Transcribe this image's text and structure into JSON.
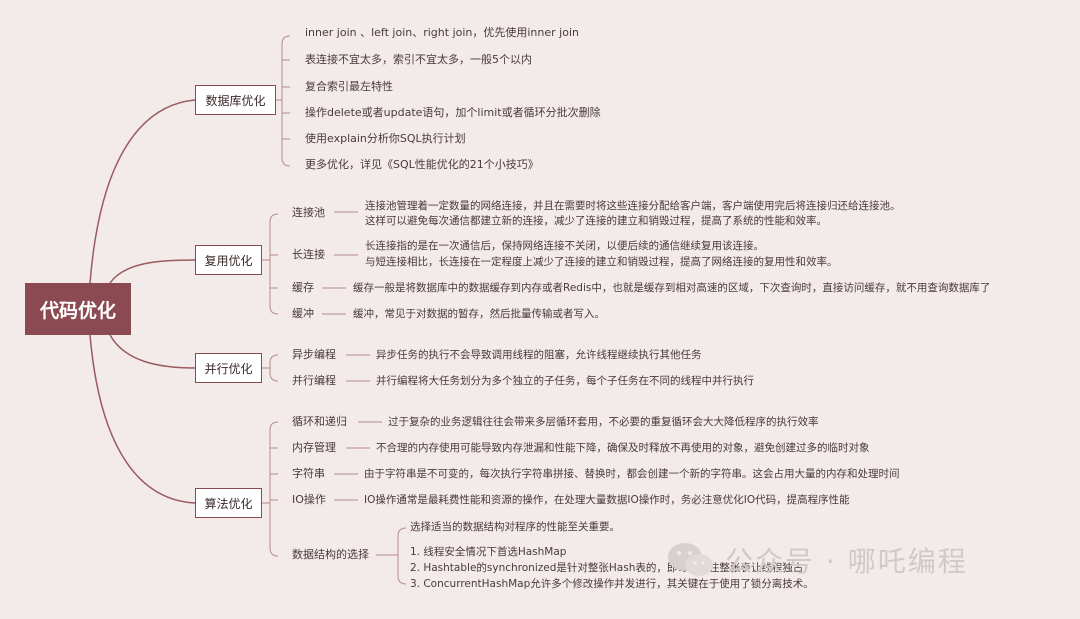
{
  "root": "代码优化",
  "branches": {
    "db": {
      "label": "数据库优化",
      "items": [
        "inner join 、left join、right join，优先使用inner join",
        "表连接不宜太多，索引不宜太多，一般5个以内",
        "复合索引最左特性",
        "操作delete或者update语句，加个limit或者循环分批次删除",
        "使用explain分析你SQL执行计划",
        "更多优化，详见《SQL性能优化的21个小技巧》"
      ]
    },
    "reuse": {
      "label": "复用优化",
      "items": [
        {
          "name": "连接池",
          "desc": [
            "连接池管理着一定数量的网络连接，并且在需要时将这些连接分配给客户端，客户端使用完后将连接归还给连接池。",
            "这样可以避免每次通信都建立新的连接，减少了连接的建立和销毁过程，提高了系统的性能和效率。"
          ]
        },
        {
          "name": "长连接",
          "desc": [
            "长连接指的是在一次通信后，保持网络连接不关闭，以便后续的通信继续复用该连接。",
            "与短连接相比，长连接在一定程度上减少了连接的建立和销毁过程，提高了网络连接的复用性和效率。"
          ]
        },
        {
          "name": "缓存",
          "desc": [
            "缓存一般是将数据库中的数据缓存到内存或者Redis中，也就是缓存到相对高速的区域，下次查询时，直接访问缓存，就不用查询数据库了"
          ]
        },
        {
          "name": "缓冲",
          "desc": [
            "缓冲，常见于对数据的暂存，然后批量传输或者写入。"
          ]
        }
      ]
    },
    "parallel": {
      "label": "并行优化",
      "items": [
        {
          "name": "异步编程",
          "desc": [
            "异步任务的执行不会导致调用线程的阻塞，允许线程继续执行其他任务"
          ]
        },
        {
          "name": "并行编程",
          "desc": [
            "并行编程将大任务划分为多个独立的子任务，每个子任务在不同的线程中并行执行"
          ]
        }
      ]
    },
    "algo": {
      "label": "算法优化",
      "items": [
        {
          "name": "循环和递归",
          "desc": [
            "过于复杂的业务逻辑往往会带来多层循环套用，不必要的重复循环会大大降低程序的执行效率"
          ]
        },
        {
          "name": "内存管理",
          "desc": [
            "不合理的内存使用可能导致内存泄漏和性能下降，确保及时释放不再使用的对象，避免创建过多的临时对象"
          ]
        },
        {
          "name": "字符串",
          "desc": [
            "由于字符串是不可变的，每次执行字符串拼接、替换时，都会创建一个新的字符串。这会占用大量的内存和处理时间"
          ]
        },
        {
          "name": "IO操作",
          "desc": [
            "IO操作通常是最耗费性能和资源的操作，在处理大量数据IO操作时，务必注意优化IO代码，提高程序性能"
          ]
        },
        {
          "name": "数据结构的选择",
          "desc": [
            "选择适当的数据结构对程序的性能至关重要。",
            "1. 线程安全情况下首选HashMap",
            "2. Hashtable的synchronized是针对整张Hash表的，即每次锁住整张表让线程独占",
            "3. ConcurrentHashMap允许多个修改操作并发进行，其关键在于使用了锁分离技术。"
          ]
        }
      ]
    }
  },
  "watermark": "公众号 · 哪吒编程",
  "colors": {
    "accent": "#8b4a51",
    "line": "#9a5a60",
    "background": "#f3ebea"
  }
}
